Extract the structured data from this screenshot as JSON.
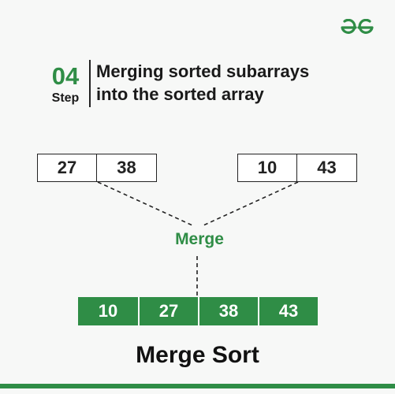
{
  "brand": {
    "logo_icon": "geeksforgeeks-logo-icon",
    "color": "#2f8d46"
  },
  "step": {
    "number": "04",
    "word": "Step",
    "title_line1": "Merging sorted subarrays",
    "title_line2": "into the sorted array"
  },
  "diagram": {
    "left_subarray": [
      "27",
      "38"
    ],
    "right_subarray": [
      "10",
      "43"
    ],
    "merge_label": "Merge",
    "result_array": [
      "10",
      "27",
      "38",
      "43"
    ]
  },
  "footer": {
    "title": "Merge Sort"
  }
}
